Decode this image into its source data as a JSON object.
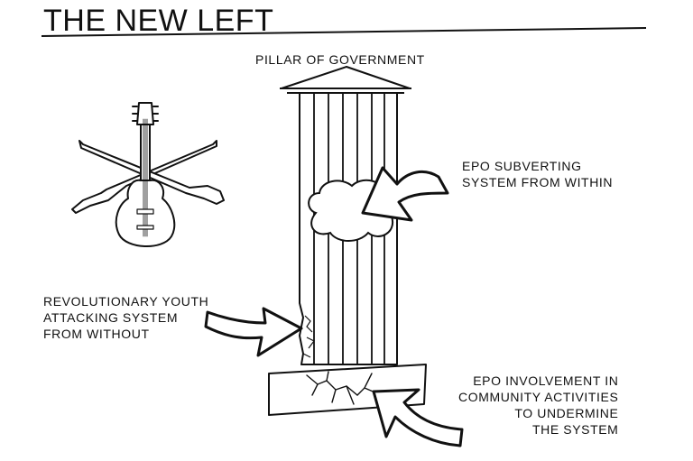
{
  "title": "THE NEW LEFT",
  "pillar_label": "PILLAR OF GOVERNMENT",
  "callouts": {
    "epo_subverting": {
      "line1": "EPO SUBVERTING",
      "line2": "SYSTEM FROM WITHIN"
    },
    "revolutionary_youth": {
      "line1": "REVOLUTIONARY YOUTH",
      "line2": "ATTACKING SYSTEM",
      "line3": "FROM WITHOUT"
    },
    "epo_involvement": {
      "line1": "EPO INVOLVEMENT IN",
      "line2": "COMMUNITY ACTIVITIES",
      "line3": "TO UNDERMINE",
      "line4": "THE SYSTEM"
    }
  },
  "icons": {
    "emblem": "crossed-rifles-and-guitar-icon"
  },
  "colors": {
    "ink": "#111111",
    "paper": "#ffffff"
  }
}
